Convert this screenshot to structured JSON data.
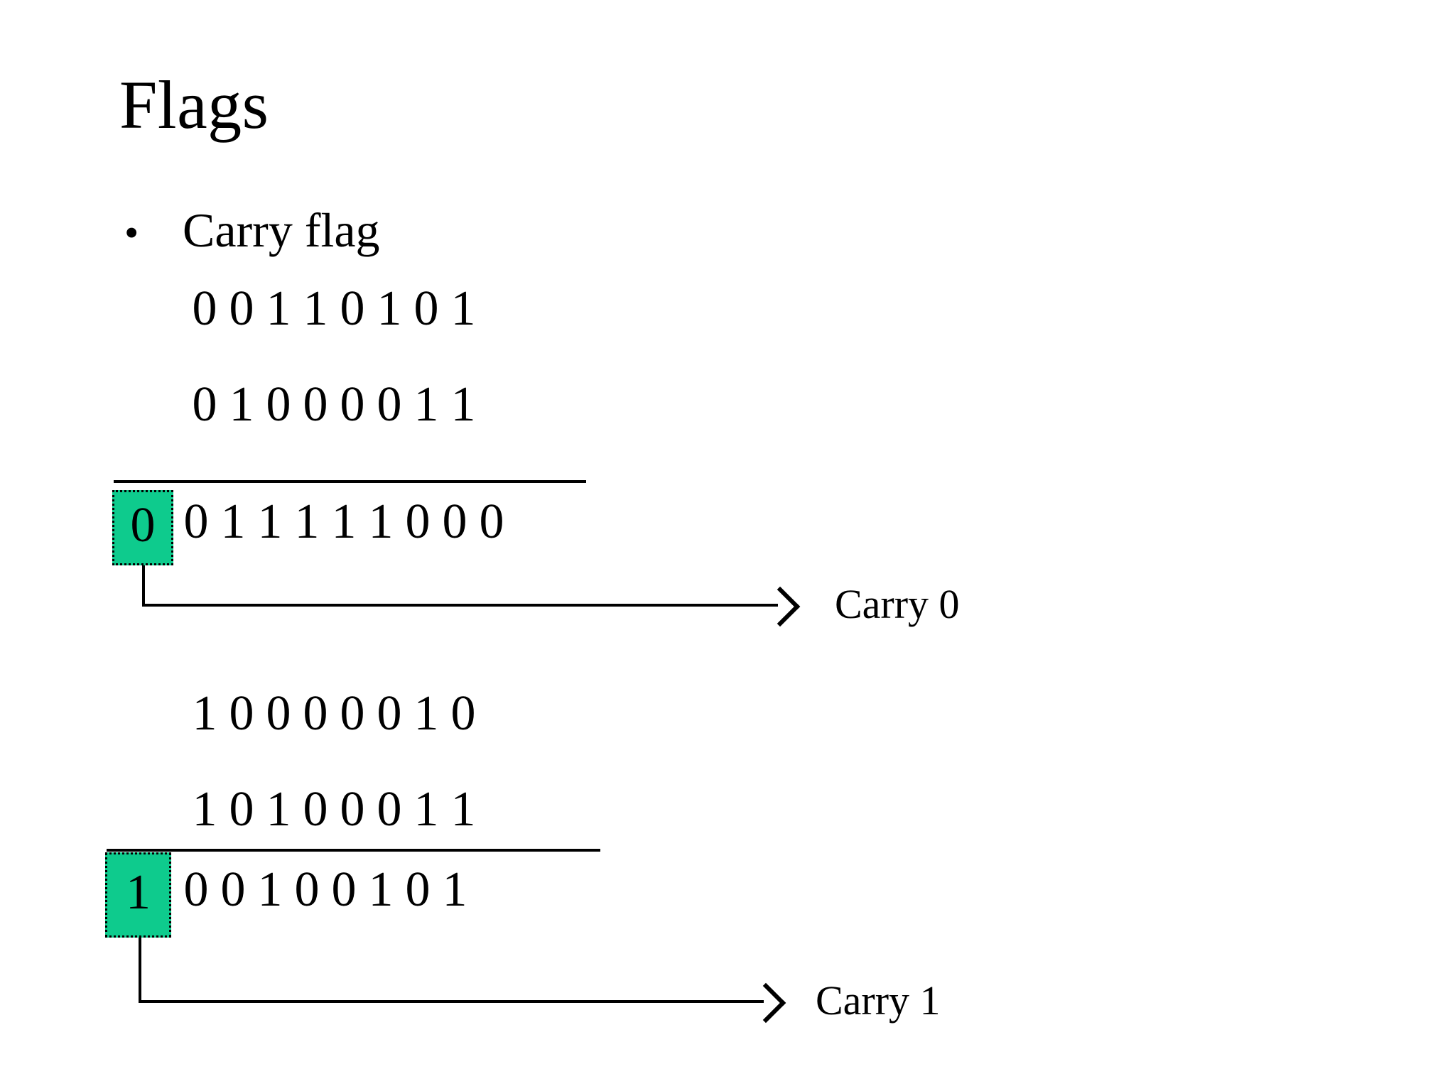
{
  "slide": {
    "title": "Flags",
    "bullet_marker": "•",
    "bullet_text": "Carry flag"
  },
  "colors": {
    "highlight_green": "#0ECB8D",
    "text": "#000000",
    "background": "#FFFFFF"
  },
  "examples": [
    {
      "name": "carry-zero-example",
      "operand_1": "0 0 1 1 0 1 0 1",
      "operand_2": "0 1 0 0 0 0 1 1",
      "carry_bit": "0",
      "sum": "0 1 1 1 1 1 0 0 0",
      "carry_label": "Carry 0"
    },
    {
      "name": "carry-one-example",
      "operand_1": "1 0 0 0 0 0 1 0",
      "operand_2": "1 0 1 0 0 0 1 1",
      "carry_bit": "1",
      "sum": "0 0 1 0 0 1 0 1",
      "carry_label": "Carry 1"
    }
  ]
}
